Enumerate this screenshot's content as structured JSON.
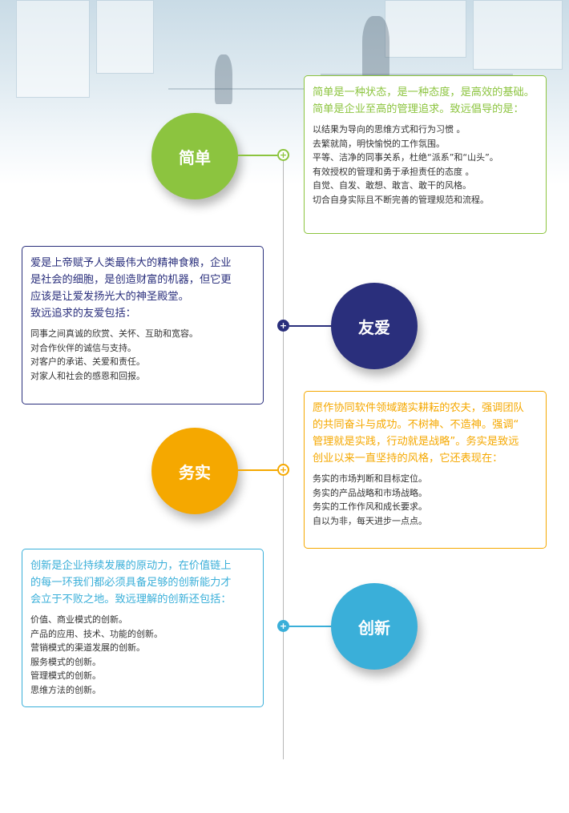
{
  "colors": {
    "simple": "#8cc43f",
    "love": "#2a2f7c",
    "practical": "#f5a800",
    "innovation": "#3aafd9",
    "line": "#b7b7b7"
  },
  "sections": {
    "simple": {
      "title": "简单",
      "lead": [
        "简单是一种状态，是一种态度，是高效的基础。",
        "简单是企业至高的管理追求。致远倡导的是："
      ],
      "items": [
        "以结果为导向的思维方式和行为习惯 。",
        "去繁就简，明快愉悦的工作氛围。",
        "平等、洁净的同事关系，杜绝“派系”和“山头”。",
        "有效授权的管理和勇于承担责任的态度 。",
        "自觉、自发、敢想、敢言、敢干的风格。",
        "切合自身实际且不断完善的管理规范和流程。"
      ]
    },
    "love": {
      "title": "友爱",
      "lead": [
        "爱是上帝赋予人类最伟大的精神食粮，企业",
        "是社会的细胞，是创造财富的机器，但它更",
        "应该是让爱发扬光大的神圣殿堂。",
        "致远追求的友爱包括："
      ],
      "items": [
        "同事之间真诚的欣赏、关怀、互助和宽容。",
        "对合作伙伴的诚信与支持。",
        "对客户的承诺、关爱和责任。",
        "对家人和社会的感恩和回报。"
      ]
    },
    "practical": {
      "title": "务实",
      "lead": [
        "愿作协同软件领域踏实耕耘的农夫，强调团队",
        "的共同奋斗与成功。不树神、不造神。强调“",
        "管理就是实践，行动就是战略”。务实是致远",
        "创业以来一直坚持的风格，它还表现在："
      ],
      "items": [
        "务实的市场判断和目标定位。",
        "务实的产品战略和市场战略。",
        "务实的工作作风和成长要求。",
        "自以为非，每天进步一点点。"
      ]
    },
    "innovation": {
      "title": "创新",
      "lead": [
        "创新是企业持续发展的原动力，在价值链上",
        "的每一环我们都必须具备足够的创新能力才",
        "会立于不败之地。致远理解的创新还包括："
      ],
      "items": [
        "价值、商业模式的创新。",
        "产品的应用、技术、功能的创新。",
        "营销模式的渠道发展的创新。",
        "服务模式的创新。",
        "管理模式的创新。",
        "思维方法的创新。"
      ]
    }
  }
}
